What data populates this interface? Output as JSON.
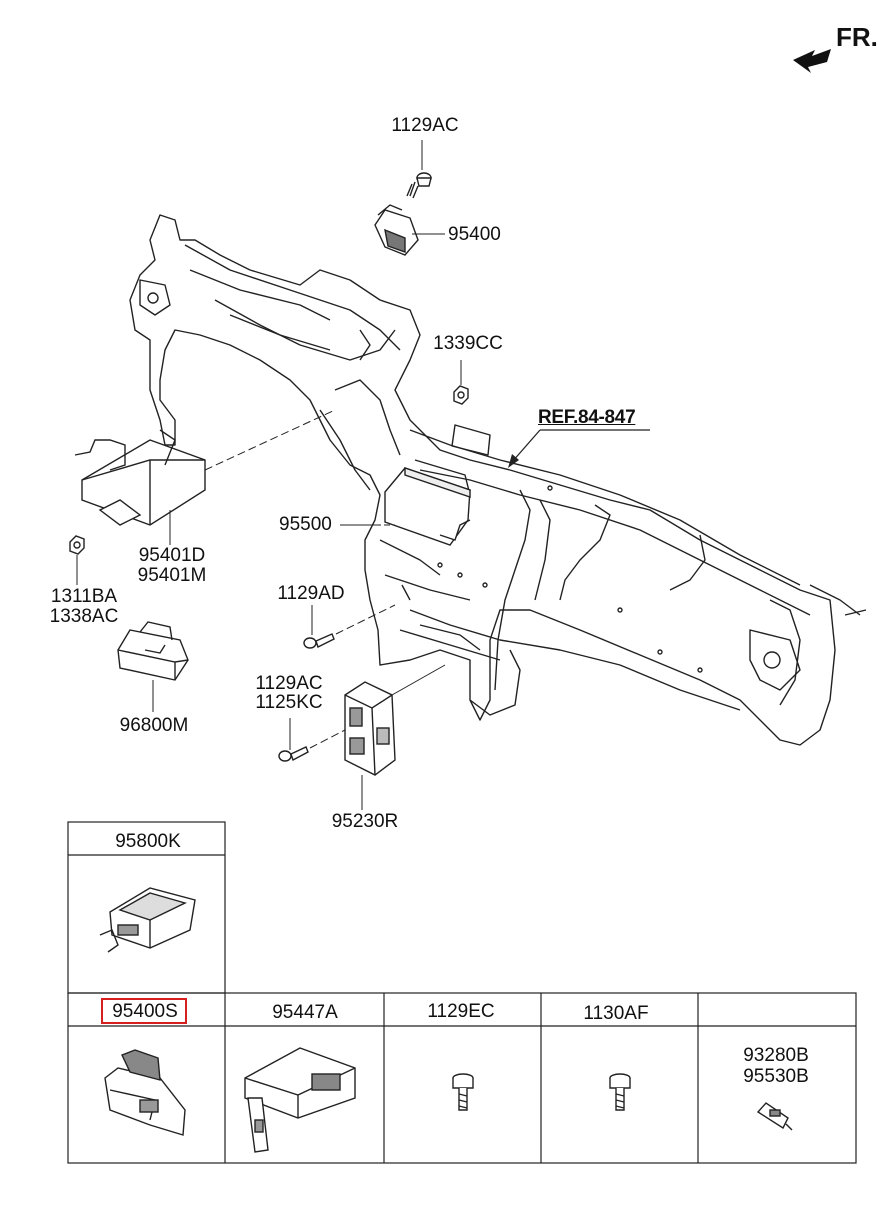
{
  "direction_label": "FR.",
  "reference_label": "REF.84-847",
  "callouts": {
    "bolt_top": "1129AC",
    "module_top": "95400",
    "nut_mid": "1339CC",
    "unit_main": "95500",
    "unit_left_1": "95401D",
    "unit_left_2": "95401M",
    "nut_left_1": "1311BA",
    "nut_left_2": "1338AC",
    "bolt_mid": "1129AD",
    "module_small": "96800M",
    "bolt_low_1": "1129AC",
    "bolt_low_2": "1125KC",
    "junction_box": "95230R"
  },
  "parts_table": {
    "top_cell": {
      "code": "95800K"
    },
    "cells": [
      {
        "code": "95400S",
        "highlighted": true
      },
      {
        "code": "95447A"
      },
      {
        "code": "1129EC"
      },
      {
        "code": "1130AF"
      },
      {
        "code": "93280B",
        "code2": "95530B"
      }
    ]
  },
  "highlight_color": "#d62020"
}
